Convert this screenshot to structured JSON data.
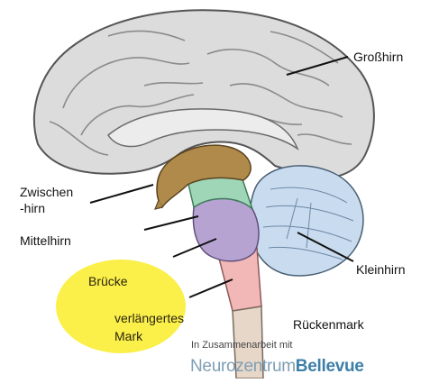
{
  "labels": {
    "grosshirn": "Großhirn",
    "zwischenhirn_1": "Zwischen",
    "zwischenhirn_2": "-hirn",
    "mittelhirn": "Mittelhirn",
    "kleinhirn": "Kleinhirn",
    "bruecke": "Brücke",
    "verlaengertes_1": "verlängertes",
    "verlaengertes_2": "Mark",
    "rueckenmark": "Rückenmark"
  },
  "footer": {
    "credit": "In Zusammenarbeit mit",
    "brand_part1": "Neurozentrum",
    "brand_part2": "Bellevue"
  },
  "colors": {
    "cerebrum": "#dcdcdc",
    "diencephalon": "#b08a4a",
    "midbrain": "#9fd6b8",
    "pons": "#b6a3d2",
    "medulla": "#f2b7b7",
    "cerebellum": "#c9dcef",
    "highlight": "#fbf04a",
    "brand": "#3d7fa8"
  }
}
